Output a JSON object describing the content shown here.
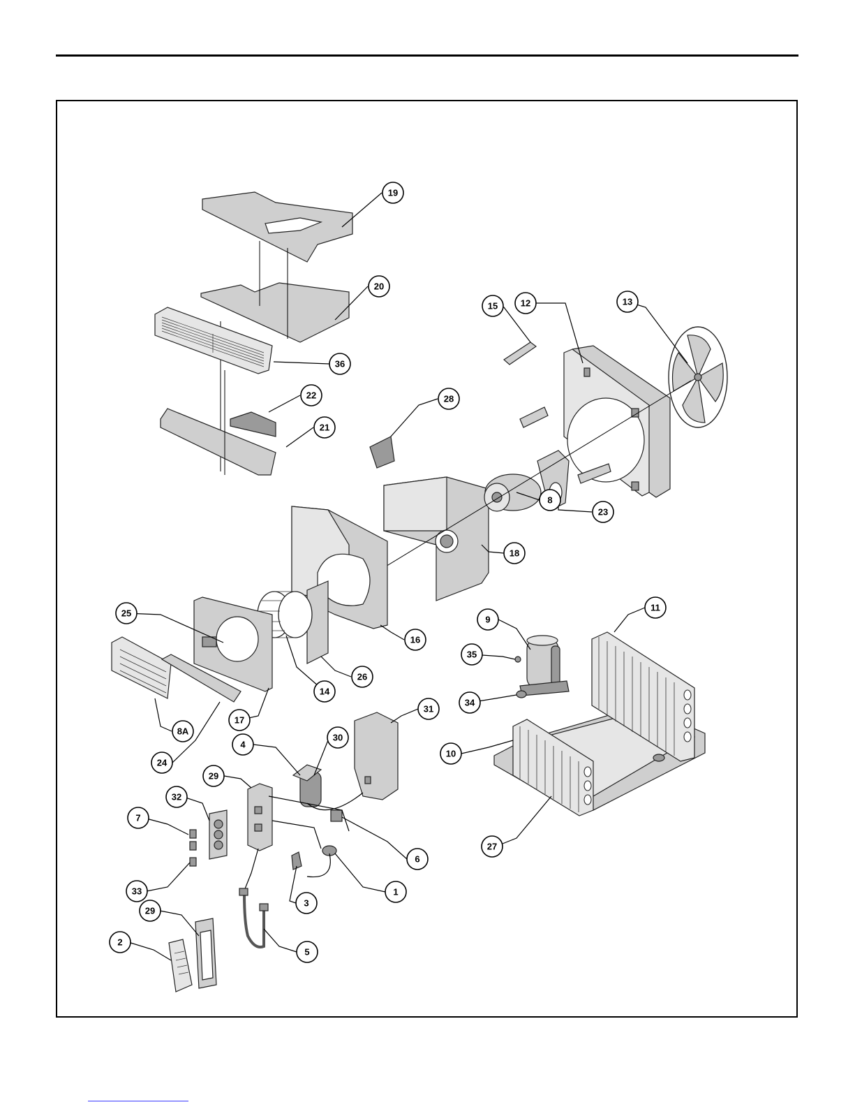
{
  "callouts": {
    "c19": "19",
    "c20": "20",
    "c36": "36",
    "c22": "22",
    "c21": "21",
    "c15": "15",
    "c12": "12",
    "c13": "13",
    "c28": "28",
    "c23": "23",
    "c8": "8",
    "c18": "18",
    "c25": "25",
    "c16": "16",
    "c26": "26",
    "c14": "14",
    "c17": "17",
    "c8A": "8A",
    "c24": "24",
    "c9": "9",
    "c11": "11",
    "c35": "35",
    "c34": "34",
    "c31": "31",
    "c4": "4",
    "c30": "30",
    "c10": "10",
    "c29a": "29",
    "c32": "32",
    "c7": "7",
    "c6": "6",
    "c27": "27",
    "c1": "1",
    "c33": "33",
    "c3": "3",
    "c29b": "29",
    "c2": "2",
    "c5": "5"
  }
}
